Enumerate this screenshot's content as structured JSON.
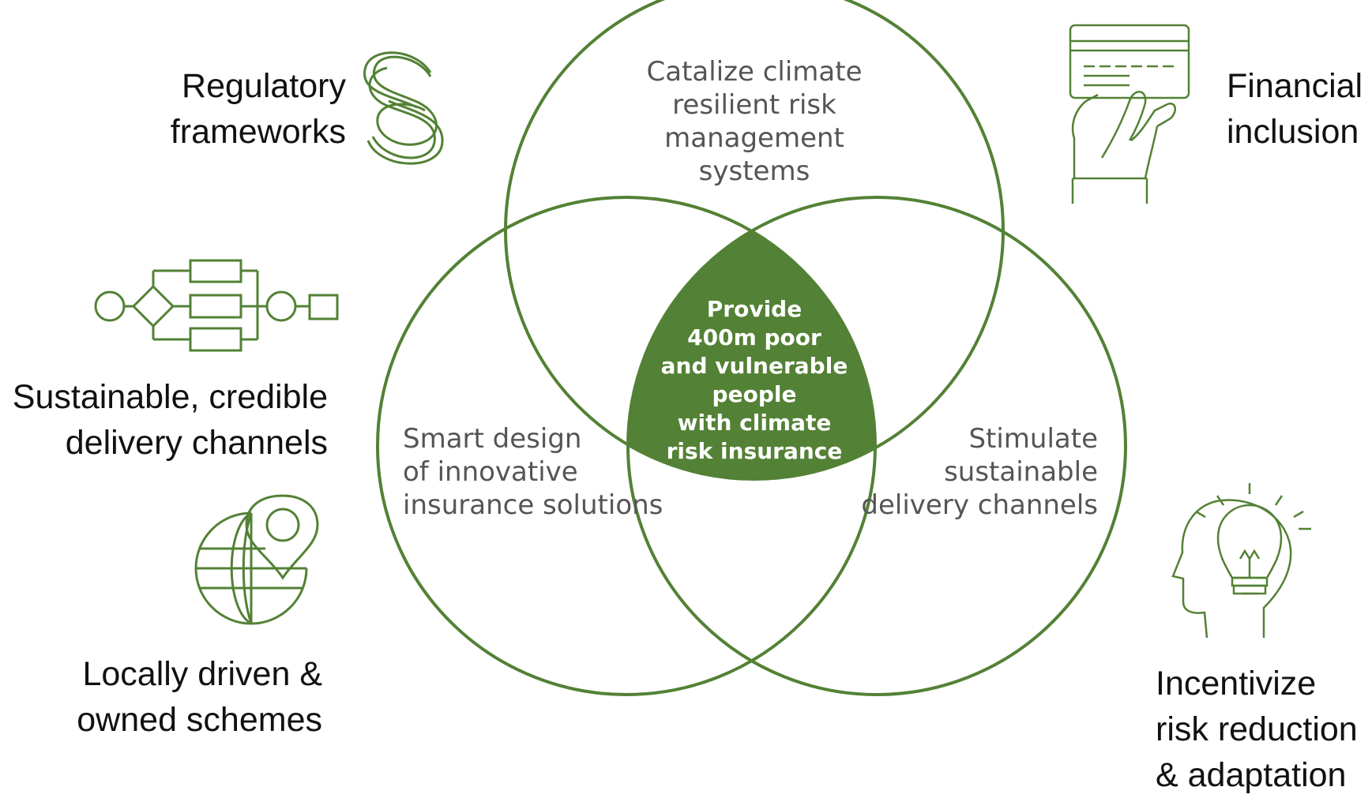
{
  "colors": {
    "accent": "#538135",
    "circle_text": "#555555",
    "center_text": "#ffffff",
    "label_text": "#111111"
  },
  "venn": {
    "top": [
      "Catalize climate",
      "resilient risk",
      "management",
      "systems"
    ],
    "left": [
      "Smart design",
      "of innovative",
      "insurance solutions"
    ],
    "right": [
      "Stimulate",
      "sustainable",
      "delivery channels"
    ],
    "center": [
      "Provide",
      "400m poor",
      "and vulnerable",
      "people",
      "with climate",
      "risk insurance"
    ]
  },
  "labels": {
    "regulatory": [
      "Regulatory",
      "frameworks"
    ],
    "financial": [
      "Financial",
      "inclusion"
    ],
    "delivery": [
      "Sustainable, credible",
      "delivery channels"
    ],
    "local": [
      "Locally driven &",
      "owned schemes"
    ],
    "incentivize": [
      "Incentivize",
      "risk reduction",
      "& adaptation"
    ]
  },
  "icons": {
    "regulatory": "section-sign-icon",
    "financial": "hand-card-icon",
    "delivery": "process-flow-icon",
    "local": "globe-pin-icon",
    "incentivize": "head-lightbulb-icon"
  }
}
